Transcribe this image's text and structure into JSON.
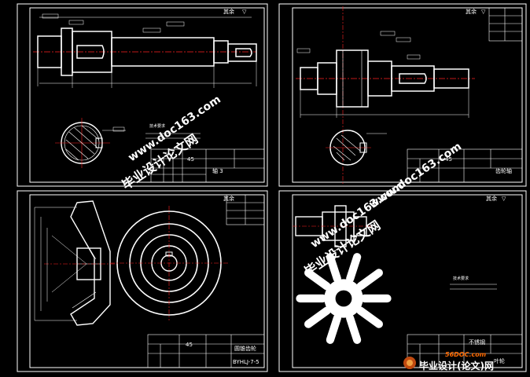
{
  "sheets": {
    "tl": {
      "scale_note": "其余",
      "part_name": "轴 3",
      "material": "45",
      "note": "技术要求"
    },
    "tr": {
      "scale_note": "其余",
      "part_name": "齿轮轴",
      "material": "45"
    },
    "bl": {
      "scale_note": "其余",
      "part_name": "圆锥齿轮",
      "material": "45",
      "drawing_no": "BYHLJ-7-5"
    },
    "br": {
      "scale_note": "其余",
      "part_name": "叶轮",
      "material": "不锈钢",
      "note": "技术要求"
    }
  },
  "watermarks": [
    {
      "zh": "毕业设计论文网",
      "url": "www.doc163.com"
    },
    {
      "zh": "毕业设计论文网",
      "url": "www.doc163.com"
    },
    {
      "zh": "毕业设计论文网",
      "url": "www.doc163.com"
    }
  ],
  "logo": {
    "text": "毕业设计(论文)网",
    "url": "56DOC.com"
  },
  "colors": {
    "background": "#000000",
    "lines": "#ffffff",
    "axis": "#ff2020",
    "dims": "#ffffff",
    "logo_url": "#ff6a00"
  }
}
